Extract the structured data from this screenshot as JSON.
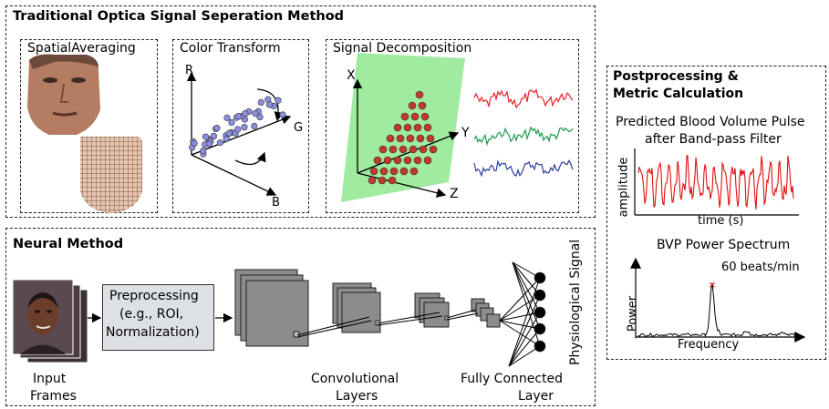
{
  "traditional": {
    "title": "Traditional Optica Signal Seperation Method",
    "spatial_averaging": "SpatialAveraging",
    "color_transform": {
      "title": "Color Transform",
      "axis_r": "R",
      "axis_g": "G",
      "axis_b": "B"
    },
    "signal_decomposition": {
      "title": "Signal Decomposition",
      "axis_x": "X",
      "axis_y": "Y",
      "axis_z": "Z"
    }
  },
  "neural": {
    "title": "Neural Method",
    "input_frames": [
      "Input",
      "Frames"
    ],
    "preprocessing": [
      "Preprocessing",
      "(e.g., ROI,",
      "Normalization)"
    ],
    "conv_layers": [
      "Convolutional",
      "Layers"
    ],
    "fc_layer": [
      "Fully Connected",
      "Layer"
    ],
    "physiological_signal": "Physiological Signal"
  },
  "postprocessing": {
    "title": [
      "Postprocessing &",
      "Metric Calculation"
    ],
    "bvp_title": [
      "Predicted Blood Volume Pulse",
      "after Band-pass Filter"
    ],
    "bvp_ylabel": "amplitude",
    "bvp_xlabel": "time (s)",
    "spectrum_title": "BVP Power Spectrum",
    "spectrum_ylabel": "Power",
    "spectrum_xlabel": "Frequency",
    "peak_label": "60 beats/min"
  },
  "colors": {
    "points_color_space": "#8b8fe0",
    "points_decomposition": "#c0392b",
    "plane": "#8ee88e",
    "signal_red": "#e8202a",
    "signal_green": "#1a9a4a",
    "signal_blue": "#2a3f9a",
    "bvp": "#e01010",
    "layer_fill": "#8c8c8c",
    "preprocessing_fill": "#dde1e6"
  }
}
